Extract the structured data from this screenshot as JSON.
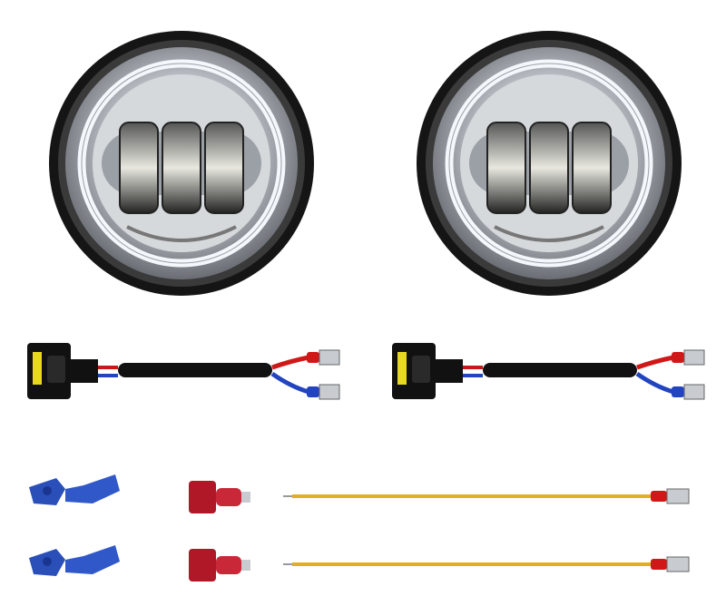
{
  "colors": {
    "background": "#ffffff",
    "bezel": "#1a1a1a",
    "chrome": "#c8ccd0",
    "halo": "#eef2f6",
    "wire_red": "#d01818",
    "wire_blue": "#2244c0",
    "wire_yellow": "#e0b020",
    "tap_blue": "#2a4fb8",
    "connector_red": "#b01828"
  },
  "items": {
    "headlights": 2,
    "harnesses": 2,
    "t_taps": 2,
    "spade_connectors": 2,
    "yellow_wires": 2
  }
}
